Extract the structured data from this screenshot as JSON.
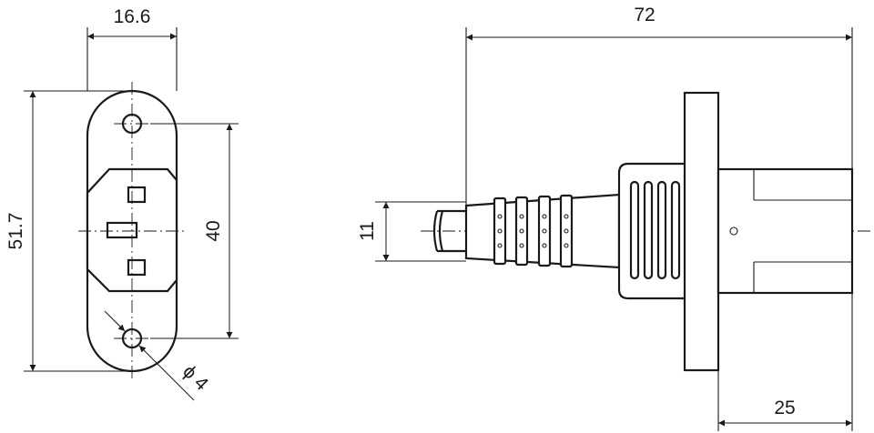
{
  "dimensions": {
    "width_front": "16.6",
    "height_front": "51.7",
    "hole_spacing": "40",
    "hole_diameter": "ϕ 4",
    "overall_length": "72",
    "cable_diameter": "11",
    "flange_depth": "25"
  }
}
